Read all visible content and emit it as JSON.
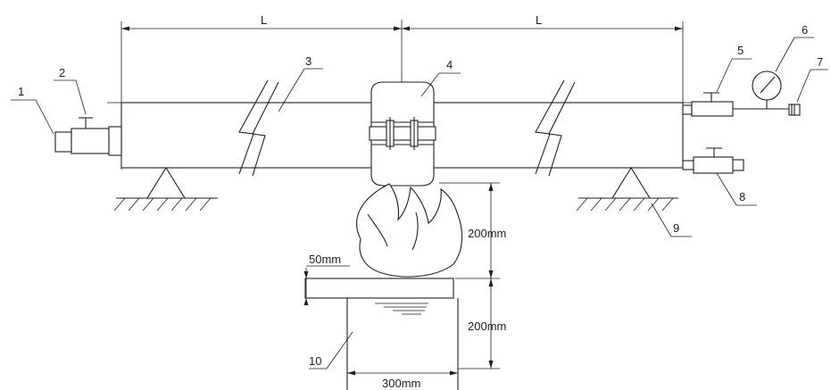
{
  "dimensions": {
    "span_left": "L",
    "span_right": "L",
    "flame_height": "200mm",
    "gap": "50mm",
    "tray_depth": "200mm",
    "tray_width": "300mm"
  },
  "callouts": [
    "1",
    "2",
    "3",
    "4",
    "5",
    "6",
    "7",
    "8",
    "9",
    "10"
  ],
  "colors": {
    "ink": "#1e1e1e",
    "background": "#ffffff"
  }
}
